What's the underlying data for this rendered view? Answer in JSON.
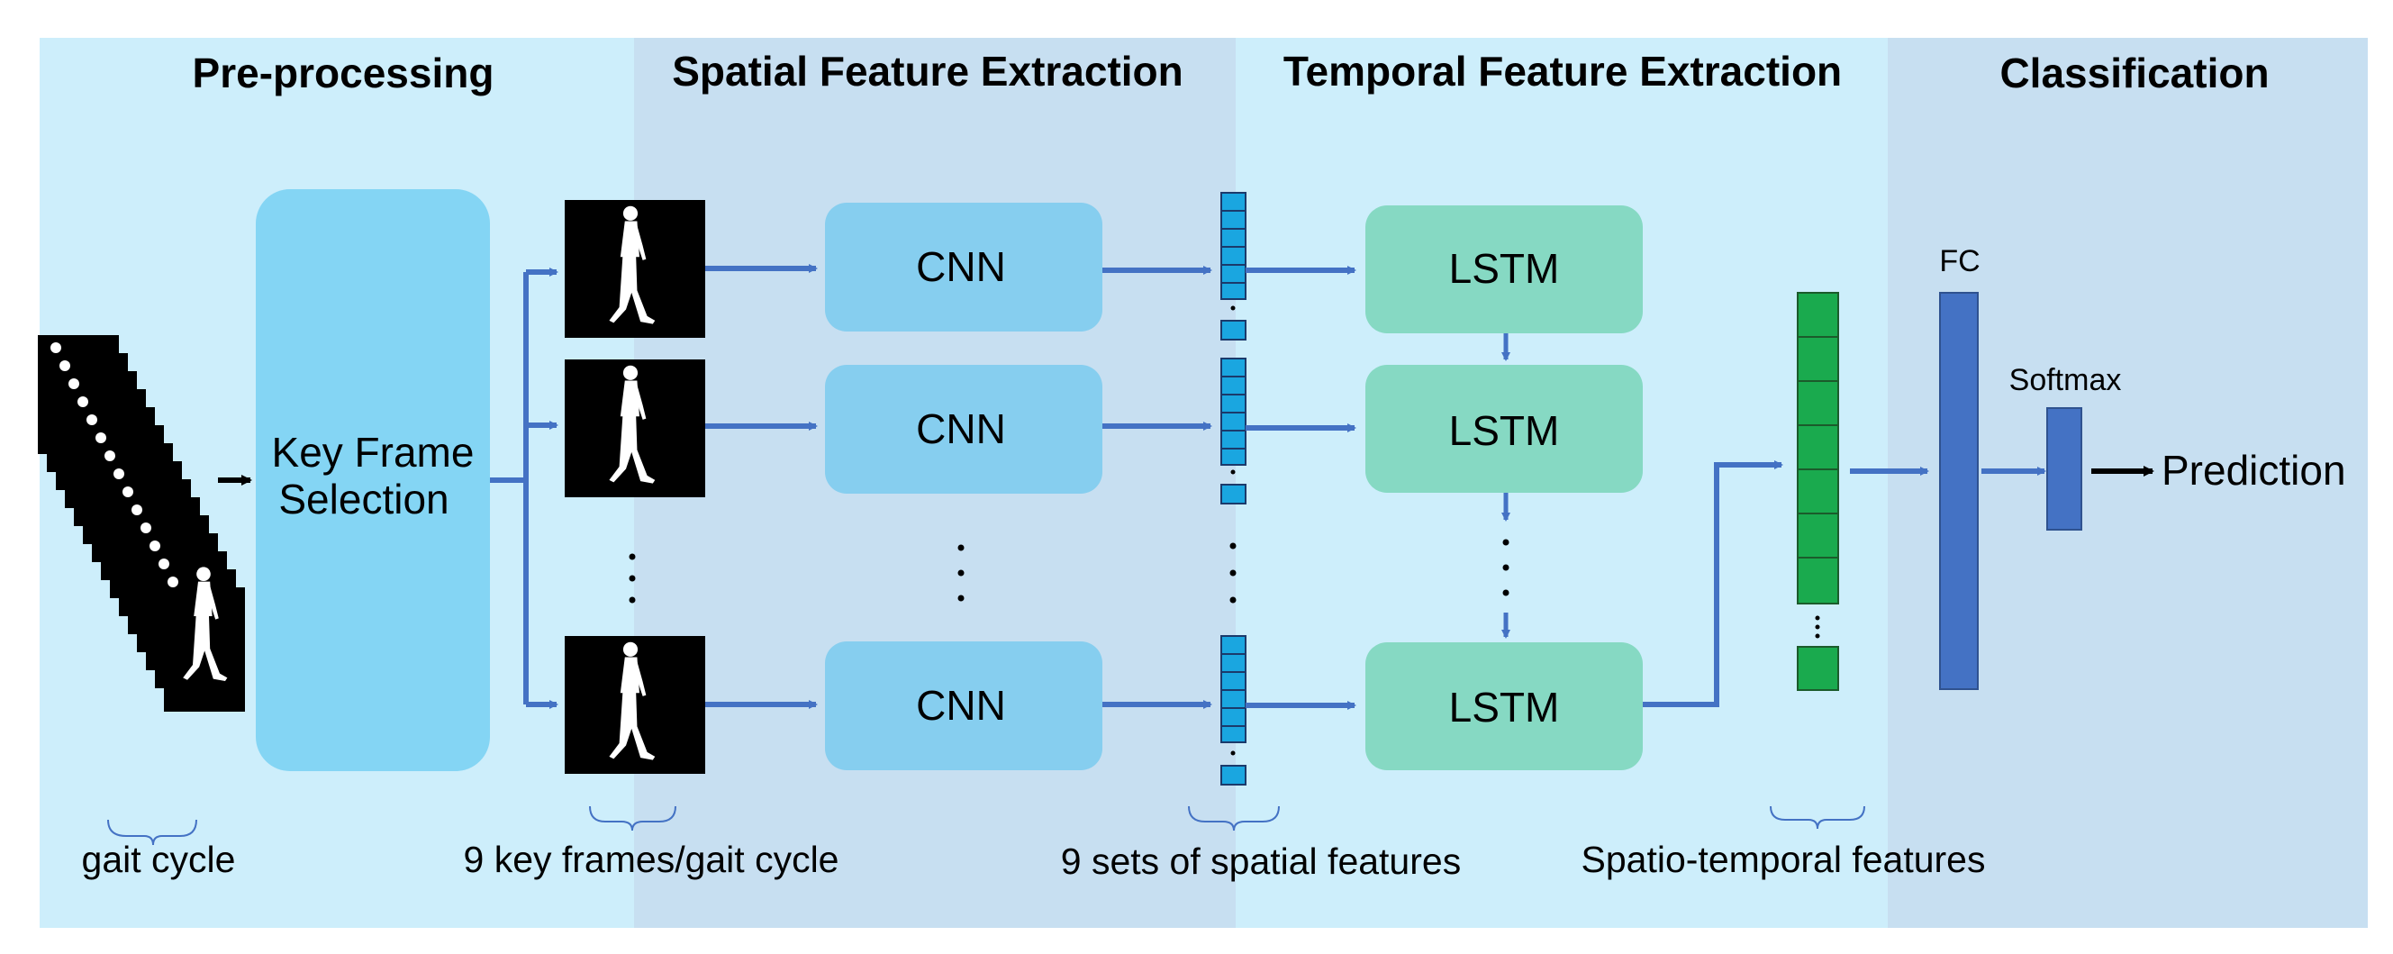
{
  "sections": [
    {
      "title": "Pre-processing"
    },
    {
      "title": "Spatial Feature Extraction"
    },
    {
      "title": "Temporal Feature Extraction"
    },
    {
      "title": "Classification"
    }
  ],
  "key_frame_box": {
    "line1": "Key Frame",
    "line2": "Selection"
  },
  "cnn_label": "CNN",
  "lstm_label": "LSTM",
  "fc_label": "FC",
  "softmax_label": "Softmax",
  "prediction_label": "Prediction",
  "captions": {
    "gait_cycle": "gait cycle",
    "key_frames": "9 key frames/gait  cycle",
    "spatial_sets": "9 sets of spatial features",
    "spatio_temporal": "Spatio-temporal  features"
  },
  "colors": {
    "section_light": "#cdeefb",
    "section_mid": "#c7dff1",
    "key_frame_fill": "#84d5f4",
    "cnn_fill": "#86ceef",
    "lstm_fill": "#86d9c3",
    "feature_cell": "#1aa6e0",
    "st_cell": "#1aaa4e",
    "fc_fill": "#4472c4",
    "arrow": "#4472c4"
  },
  "icons": {
    "silhouette": "walking-person-silhouette-icon",
    "brace": "curly-brace-icon"
  }
}
